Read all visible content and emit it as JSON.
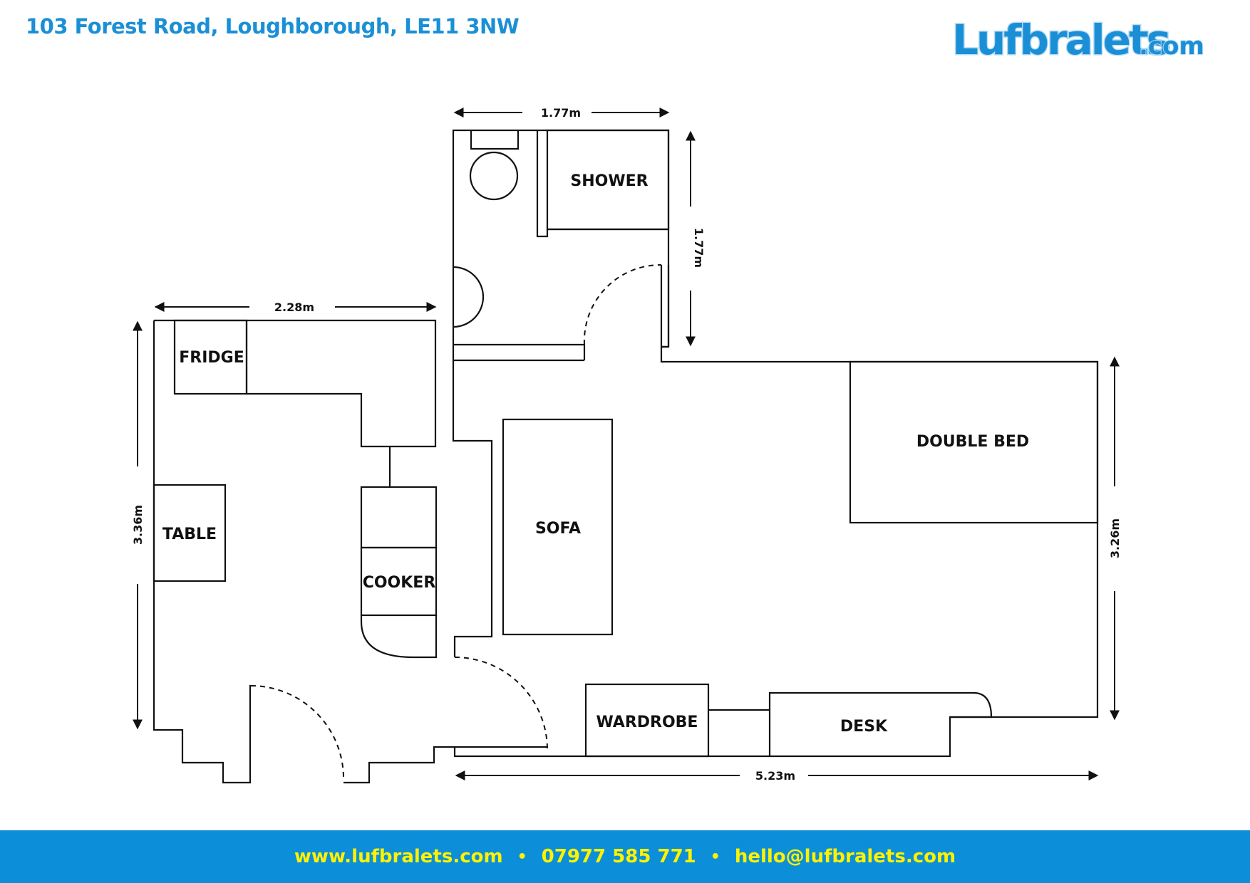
{
  "header": {
    "address": "103 Forest Road, Loughborough, LE11 3NW",
    "logo_text": "Lufbralets",
    "logo_suffix": ".com",
    "brand_color": "#1b8fd6"
  },
  "floorplan": {
    "rooms": {
      "fridge": "FRIDGE",
      "table": "TABLE",
      "cooker": "COOKER",
      "sofa": "SOFA",
      "shower": "SHOWER",
      "double_bed": "DOUBLE BED",
      "wardrobe": "WARDROBE",
      "desk": "DESK"
    },
    "dimensions": {
      "kitchen_width": "2.28m",
      "kitchen_height": "3.36m",
      "bathroom_width": "1.77m",
      "bathroom_height": "1.77m",
      "bedroom_height": "3.26m",
      "bedroom_width": "5.23m"
    }
  },
  "footer": {
    "website": "www.lufbralets.com",
    "phone": "07977 585 771",
    "email": "hello@lufbralets.com",
    "separator": "•",
    "background_color": "#0c8fd8",
    "text_color": "#fff200"
  }
}
